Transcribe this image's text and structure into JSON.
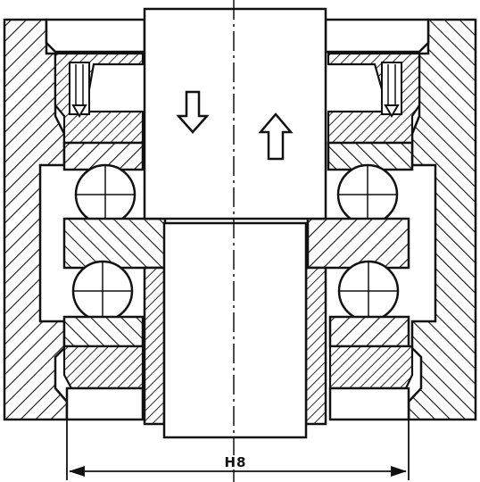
{
  "drawing": {
    "dimension_label": "H8",
    "arrows": [
      {
        "name": "down-arrow",
        "direction": "down"
      },
      {
        "name": "up-arrow",
        "direction": "up"
      }
    ]
  }
}
